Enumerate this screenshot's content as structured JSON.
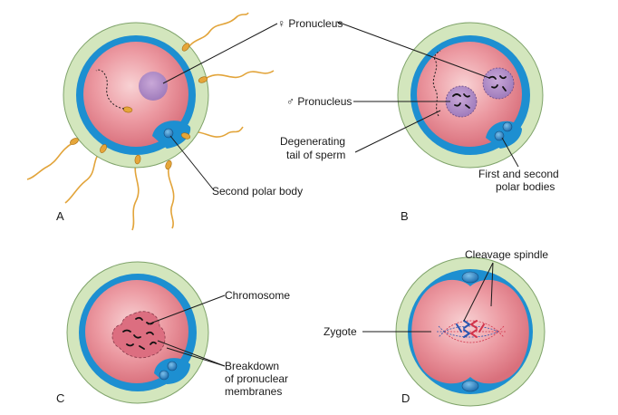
{
  "colors": {
    "zona_pellucida": "#d3e6bd",
    "zona_outline": "#7fa36a",
    "perivitelline": "#1d8fd1",
    "cytoplasm": "#e4818c",
    "cytoplasm_light": "#f6c9cc",
    "pronucleus": "#b08cc6",
    "sperm": "#e5a63a",
    "polar_body": "#2a7fc0",
    "spindle_red": "#d1334a",
    "spindle_blue": "#2a56b0"
  },
  "panels": [
    {
      "letter": "A",
      "labels": {
        "female_pronucleus": "♀ Pronucleus",
        "polar_body": "Second polar body"
      }
    },
    {
      "letter": "B",
      "labels": {
        "male_pronucleus": "♂ Pronucleus",
        "tail_line1": "Degenerating",
        "tail_line2": "tail of sperm",
        "polar_line1": "First and second",
        "polar_line2": "polar bodies"
      }
    },
    {
      "letter": "C",
      "labels": {
        "chromosome": "Chromosome",
        "breakdown_line1": "Breakdown",
        "breakdown_line2": "of pronuclear",
        "breakdown_line3": "membranes"
      }
    },
    {
      "letter": "D",
      "labels": {
        "spindle": "Cleavage spindle",
        "zygote": "Zygote"
      }
    }
  ]
}
